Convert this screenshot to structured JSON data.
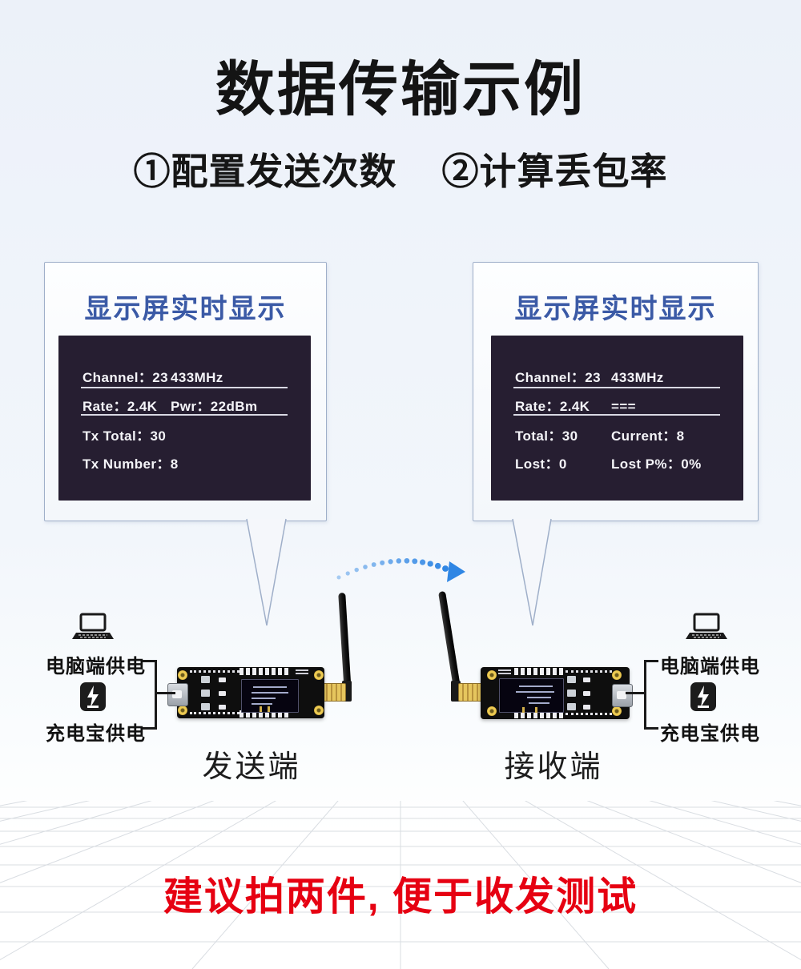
{
  "title": "数据传输示例",
  "steps": [
    "①配置发送次数",
    "②计算丢包率"
  ],
  "callouts": {
    "left": {
      "header": "显示屏实时显示",
      "rows": [
        {
          "left": "Channel：23",
          "right": "433MHz"
        },
        {
          "left": "Rate：2.4K",
          "right": "Pwr：22dBm"
        },
        {
          "left": "Tx Total：30",
          "right": ""
        },
        {
          "left": "Tx Number：8",
          "right": ""
        }
      ]
    },
    "right": {
      "header": "显示屏实时显示",
      "rows": [
        {
          "left": "Channel：23",
          "right": "433MHz"
        },
        {
          "left": "Rate：2.4K",
          "right": "==="
        },
        {
          "left": "Total：30",
          "right": "Current：8"
        },
        {
          "left": "Lost：0",
          "right": "Lost P%：0%"
        }
      ]
    }
  },
  "power": {
    "computer": "电脑端供电",
    "powerbank": "充电宝供电"
  },
  "modules": {
    "transmitter": "发送端",
    "receiver": "接收端"
  },
  "note": "建议拍两件, 便于收发测试",
  "colors": {
    "accent_blue": "#3b5aa6",
    "screen_bg": "#261e31",
    "arrow_blue": "#2f86e4",
    "note_red": "#e60112",
    "pcb_hole_yellow": "#edcb52",
    "border_blue_gray": "#9fafc9"
  }
}
